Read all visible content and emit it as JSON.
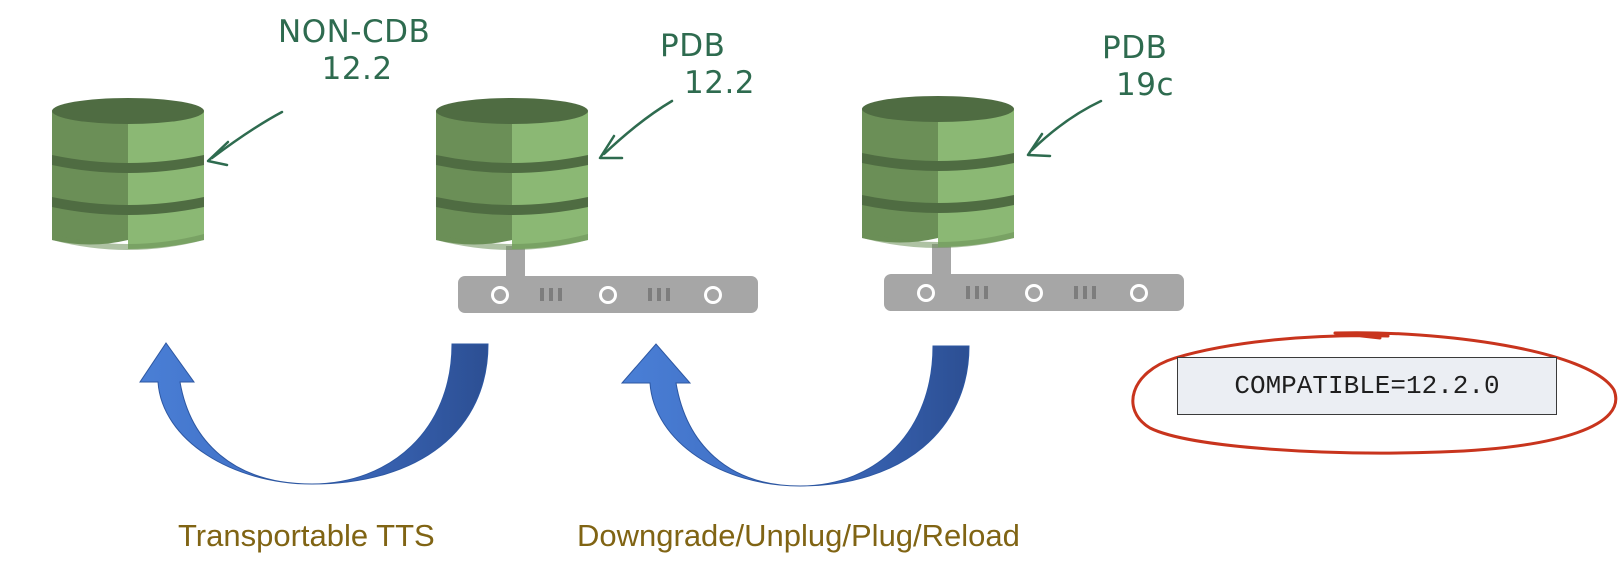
{
  "labels": {
    "db1": {
      "line1": "NON-CDB",
      "line2": "12.2"
    },
    "db2": {
      "line1": "PDB",
      "line2": "12.2"
    },
    "db3": {
      "line1": "PDB",
      "line2": "19c"
    }
  },
  "captions": {
    "left": "Transportable TTS",
    "right": "Downgrade/Unplug/Plug/Reload"
  },
  "parameter": "COMPATIBLE=12.2.0",
  "colors": {
    "db_dark": "#6b8f57",
    "db_light": "#8bb874",
    "db_band": "#4f6c42",
    "server": "#a6a6a6",
    "arrow": "#3f6fc2",
    "arrow_dark": "#2d57a2",
    "handwriting": "#2e6b4f",
    "caption": "#806414",
    "circle": "#c8341d"
  },
  "icons": [
    "database-icon",
    "server-rack-icon",
    "curved-arrow-icon"
  ]
}
